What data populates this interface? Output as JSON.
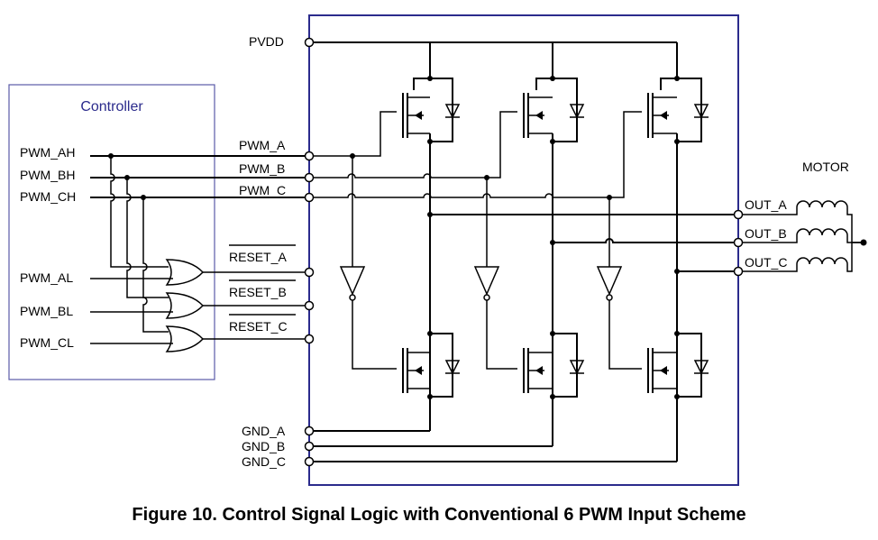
{
  "controller": {
    "title": "Controller",
    "high_inputs": [
      "PWM_AH",
      "PWM_BH",
      "PWM_CH"
    ],
    "low_inputs": [
      "PWM_AL",
      "PWM_BL",
      "PWM_CL"
    ]
  },
  "driver": {
    "supply_pin": "PVDD",
    "pwm_pins": [
      "PWM_A",
      "PWM_B",
      "PWM_C"
    ],
    "reset_pins": [
      "RESET_A",
      "RESET_B",
      "RESET_C"
    ],
    "ground_pins": [
      "GND_A",
      "GND_B",
      "GND_C"
    ],
    "output_pins": [
      "OUT_A",
      "OUT_B",
      "OUT_C"
    ]
  },
  "motor": {
    "label": "MOTOR"
  },
  "caption": "Figure 10.  Control Signal Logic with Conventional 6 PWM Input Scheme"
}
